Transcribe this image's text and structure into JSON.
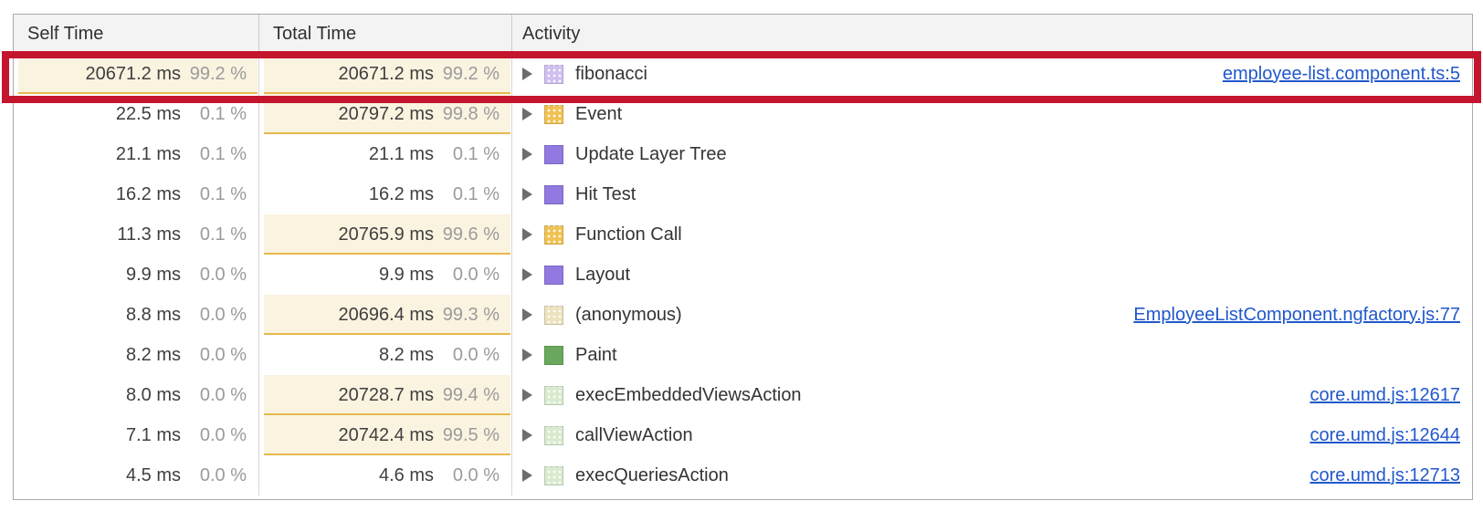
{
  "table": {
    "columns": [
      {
        "label": "Self Time"
      },
      {
        "label": "Total Time"
      },
      {
        "label": "Activity"
      }
    ],
    "rows": [
      {
        "self_time": "20671.2 ms",
        "self_pct": "99.2 %",
        "self_highlight": true,
        "total_time": "20671.2 ms",
        "total_pct": "99.2 %",
        "total_highlight": true,
        "activity": "fibonacci",
        "icon": "scripting-swatch-icon",
        "icon_color": "#cfc0f0",
        "icon_dotted": true,
        "link": "employee-list.component.ts:5"
      },
      {
        "self_time": "22.5 ms",
        "self_pct": "0.1 %",
        "self_highlight": false,
        "total_time": "20797.2 ms",
        "total_pct": "99.8 %",
        "total_highlight": true,
        "activity": "Event",
        "icon": "event-swatch-icon",
        "icon_color": "#f0c253",
        "icon_dotted": true,
        "link": ""
      },
      {
        "self_time": "21.1 ms",
        "self_pct": "0.1 %",
        "self_highlight": false,
        "total_time": "21.1 ms",
        "total_pct": "0.1 %",
        "total_highlight": false,
        "activity": "Update Layer Tree",
        "icon": "rendering-swatch-icon",
        "icon_color": "#9179e0",
        "icon_dotted": false,
        "link": ""
      },
      {
        "self_time": "16.2 ms",
        "self_pct": "0.1 %",
        "self_highlight": false,
        "total_time": "16.2 ms",
        "total_pct": "0.1 %",
        "total_highlight": false,
        "activity": "Hit Test",
        "icon": "rendering-swatch-icon",
        "icon_color": "#9179e0",
        "icon_dotted": false,
        "link": ""
      },
      {
        "self_time": "11.3 ms",
        "self_pct": "0.1 %",
        "self_highlight": false,
        "total_time": "20765.9 ms",
        "total_pct": "99.6 %",
        "total_highlight": true,
        "activity": "Function Call",
        "icon": "scripting-swatch-icon",
        "icon_color": "#f0c253",
        "icon_dotted": true,
        "link": ""
      },
      {
        "self_time": "9.9 ms",
        "self_pct": "0.0 %",
        "self_highlight": false,
        "total_time": "9.9 ms",
        "total_pct": "0.0 %",
        "total_highlight": false,
        "activity": "Layout",
        "icon": "rendering-swatch-icon",
        "icon_color": "#9179e0",
        "icon_dotted": false,
        "link": ""
      },
      {
        "self_time": "8.8 ms",
        "self_pct": "0.0 %",
        "self_highlight": false,
        "total_time": "20696.4 ms",
        "total_pct": "99.3 %",
        "total_highlight": true,
        "activity": "(anonymous)",
        "icon": "scripting-swatch-icon",
        "icon_color": "#ece2bd",
        "icon_dotted": true,
        "link": "EmployeeListComponent.ngfactory.js:77"
      },
      {
        "self_time": "8.2 ms",
        "self_pct": "0.0 %",
        "self_highlight": false,
        "total_time": "8.2 ms",
        "total_pct": "0.0 %",
        "total_highlight": false,
        "activity": "Paint",
        "icon": "painting-swatch-icon",
        "icon_color": "#6aa85e",
        "icon_dotted": false,
        "link": ""
      },
      {
        "self_time": "8.0 ms",
        "self_pct": "0.0 %",
        "self_highlight": false,
        "total_time": "20728.7 ms",
        "total_pct": "99.4 %",
        "total_highlight": true,
        "activity": "execEmbeddedViewsAction",
        "icon": "scripting-swatch-icon",
        "icon_color": "#d8ebcf",
        "icon_dotted": true,
        "link": "core.umd.js:12617"
      },
      {
        "self_time": "7.1 ms",
        "self_pct": "0.0 %",
        "self_highlight": false,
        "total_time": "20742.4 ms",
        "total_pct": "99.5 %",
        "total_highlight": true,
        "activity": "callViewAction",
        "icon": "scripting-swatch-icon",
        "icon_color": "#d8ebcf",
        "icon_dotted": true,
        "link": "core.umd.js:12644"
      },
      {
        "self_time": "4.5 ms",
        "self_pct": "0.0 %",
        "self_highlight": false,
        "total_time": "4.6 ms",
        "total_pct": "0.0 %",
        "total_highlight": false,
        "activity": "execQueriesAction",
        "icon": "scripting-swatch-icon",
        "icon_color": "#d8ebcf",
        "icon_dotted": true,
        "link": "core.umd.js:12713"
      }
    ],
    "colors": {
      "highlight_background": "#faf3e0",
      "highlight_border": "#e7ba4e",
      "link_blue": "#2158cc",
      "header_background": "#f3f3f3"
    }
  },
  "annotation": {
    "type": "red-highlight-rectangle",
    "color": "#c5142d",
    "target_row": "fibonacci"
  }
}
